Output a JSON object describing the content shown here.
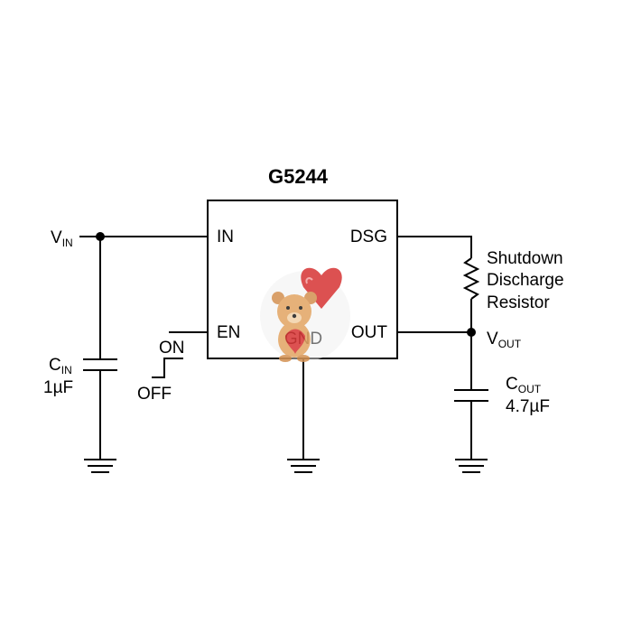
{
  "ic": {
    "name": "G5244",
    "pins": {
      "in": "IN",
      "en": "EN",
      "dsg": "DSG",
      "out": "OUT",
      "gnd": "GND"
    }
  },
  "vin": {
    "main": "V",
    "sub": "IN"
  },
  "cin": {
    "main": "C",
    "sub": "IN",
    "value": "1µF"
  },
  "enable": {
    "on": "ON",
    "off": "OFF"
  },
  "resistor": {
    "line1": "Shutdown",
    "line2": "Discharge",
    "line3": "Resistor"
  },
  "vout": {
    "main": "V",
    "sub": "OUT"
  },
  "cout": {
    "main": "C",
    "sub": "OUT",
    "value": "4.7µF"
  },
  "colors": {
    "ink": "#000000",
    "background": "#ffffff"
  }
}
